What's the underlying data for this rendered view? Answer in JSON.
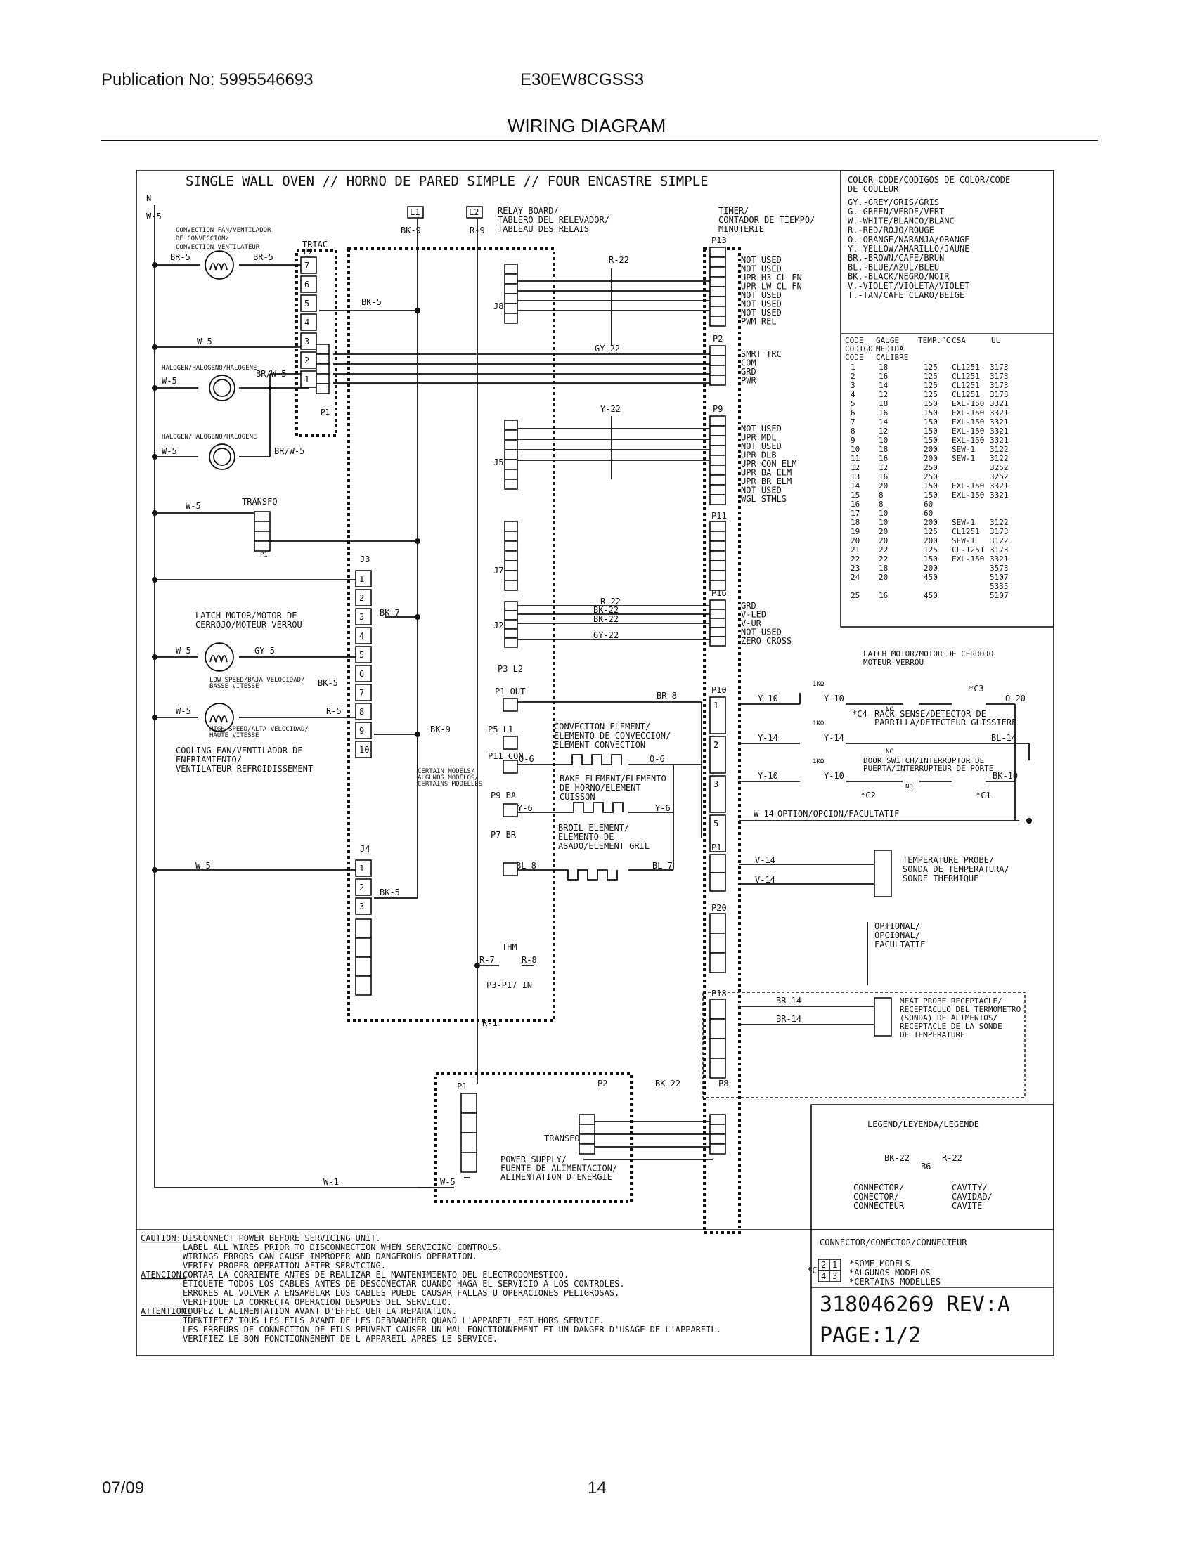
{
  "header": {
    "publication": "Publication No: 5995546693",
    "model": "E30EW8CGSS3",
    "title": "WIRING DIAGRAM"
  },
  "footer": {
    "date": "07/09",
    "page": "14"
  },
  "diagram": {
    "banner": "SINGLE WALL OVEN // HORNO DE PARED SIMPLE // FOUR ENCASTRE SIMPLE",
    "neutral": "N",
    "w5": "W-5",
    "conv_fan": [
      "CONVECTION FAN/VENTILADOR",
      "DE CONVECCION/",
      "CONVECTION VENTILATEUR"
    ],
    "triac": "TRIAC",
    "br5a": "BR-5",
    "br5b": "BR-5",
    "bk5": "BK-5",
    "p2": "P2",
    "p1": "P1",
    "triac_pins": [
      "7",
      "6",
      "5",
      "4",
      "3",
      "2",
      "1"
    ],
    "halogen1": "HALOGEN/HALOGENO/HALOGENE",
    "halogen2": "HALOGEN/HALOGENO/HALOGENE",
    "brw5a": "BR/W-5",
    "brw5b": "BR/W-5",
    "transfo": "TRANSFO",
    "l1": "L1",
    "l2": "L2",
    "bk9": "BK-9",
    "r9": "R-9",
    "relay_board": [
      "RELAY BOARD/",
      "TABLERO DEL RELEVADOR/",
      "TABLEAU  DES RELAIS"
    ],
    "timer": [
      "TIMER/",
      "CONTADOR DE TIEMPO/",
      "MINUTERIE"
    ],
    "r22": "R-22",
    "gy22": "GY-22",
    "y22": "Y-22",
    "j8": "J8",
    "j5": "J5",
    "j7": "J7",
    "j2": "J2",
    "j3": "J3",
    "j4": "J4",
    "p13": "P13",
    "p2b": "P2",
    "p9": "P9",
    "p11": "P11",
    "p16": "P16",
    "p13_labels": [
      "NOT USED",
      "NOT USED",
      "UPR H3 CL FN",
      "UPR LW CL FN",
      "NOT USED",
      "NOT USED",
      "NOT USED",
      "PWM REL"
    ],
    "p2_labels": [
      "SMRT TRC",
      "COM",
      "GRD",
      "PWR"
    ],
    "p9_labels": [
      "NOT USED",
      "UPR MDL",
      "NOT USED",
      "UPR DLB",
      "UPR CON ELM",
      "UPR BA ELM",
      "UPR BR ELM",
      "NOT USED",
      "WGL STMLS"
    ],
    "p16_labels": [
      "GRD",
      "V-LED",
      "V-UR",
      "NOT USED",
      "ZERO CROSS"
    ],
    "j2_wires": [
      "R-22",
      "BK-22",
      "BK-22",
      "GY-22"
    ],
    "j3_pins": [
      "1",
      "2",
      "3",
      "4",
      "5",
      "6",
      "7",
      "8",
      "9",
      "10"
    ],
    "j4_pins": [
      "1",
      "2",
      "3"
    ],
    "bk7": "BK-7",
    "gy5": "GY-5",
    "bk5b": "BK-5",
    "r5": "R-5",
    "bk9b": "BK-9",
    "bk5c": "BK-5",
    "latch_motor": [
      "LATCH MOTOR/MOTOR DE",
      "CERROJO/MOTEUR VERROU"
    ],
    "low_speed": [
      "LOW SPEED/BAJA VELOCIDAD/",
      "BASSE VITESSE"
    ],
    "high_speed": [
      "HIGH SPEED/ALTA VELOCIDAD/",
      "HAUTE VITESSE"
    ],
    "cooling_fan": [
      "COOLING FAN/VENTILADOR DE",
      "ENFRIAMIENTO/",
      "VENTILATEUR REFROIDISSEMENT"
    ],
    "certain_models": [
      "CERTAIN MODELS/",
      "ALGUNOS MODELOS/",
      "CERTAINS MODELLES"
    ],
    "p3l2": "P3 L2",
    "p1out": "P1 OUT",
    "p5l1": "P5 L1",
    "p11con": "P11 CON",
    "p9ba": "P9 BA",
    "p7br": "P7 BR",
    "br8": "BR-8",
    "o6a": "O-6",
    "o6b": "O-6",
    "y6a": "Y-6",
    "y6b": "Y-6",
    "bl8": "BL-8",
    "bl7": "BL-7",
    "conv_element": [
      "CONVECTION ELEMENT/",
      "ELEMENTO DE CONVECCION/",
      "ELEMENT CONVECTION"
    ],
    "bake_element": [
      "BAKE ELEMENT/ELEMENTO",
      "DE HORNO/ELEMENT",
      "CUISSON"
    ],
    "broil_element": [
      "BROIL ELEMENT/",
      "ELEMENTO DE",
      "ASADO/ELEMENT GRIL"
    ],
    "thm": "THM",
    "r7": "R-7",
    "r8": "R-8",
    "p3p17": "P3-P17 IN",
    "r1": "R-1",
    "p10": "P10",
    "p1b": "P1",
    "p20": "P20",
    "p18": "P18",
    "p10_pins": [
      "1",
      "2",
      "3",
      "5"
    ],
    "y10a": "Y-10",
    "y10b": "Y-10",
    "y14a": "Y-14",
    "y14b": "Y-14",
    "y10c": "Y-10",
    "y10d": "Y-10",
    "w14": "W-14",
    "one_k": "1KΩ",
    "latch_right": [
      "LATCH MOTOR/MOTOR DE CERROJO",
      "MOTEUR VERROU"
    ],
    "c3": "*C3",
    "o20": "O-20",
    "c4": "*C4",
    "rack_sense": [
      "RACK SENSE/DETECTOR DE",
      "PARRILLA/DETECTEUR GLISSIERE"
    ],
    "bl14": "BL-14",
    "door_switch": [
      "DOOR SWITCH/INTERRUPTOR DE",
      "PUERTA/INTERRUPTEUR DE PORTE"
    ],
    "bk10": "BK-10",
    "c2": "*C2",
    "c1": "*C1",
    "nc": "NC",
    "no": "NO",
    "c": "C",
    "option": "OPTION/OPCION/FACULTATIF",
    "v14a": "V-14",
    "v14b": "V-14",
    "temp_probe": [
      "TEMPERATURE PROBE/",
      "SONDA DE TEMPERATURA/",
      "SONDE THERMIQUE"
    ],
    "optional": [
      "OPTIONAL/",
      "OPCIONAL/",
      "FACULTATIF"
    ],
    "br14a": "BR-14",
    "br14b": "BR-14",
    "meat_probe": [
      "MEAT PROBE RECEPTACLE/",
      "RECEPTACULO DEL TERMOMETRO",
      "(SONDA) DE ALIMENTOS/",
      "RECEPTACLE DE LA SONDE",
      "DE TEMPERATURE"
    ],
    "w1": "W-1",
    "w5b": "W-5",
    "bk22": "BK-22",
    "p8": "P8",
    "p1c": "P1",
    "p2c": "P2",
    "power_supply": [
      "POWER SUPPLY/",
      "FUENTE DE ALIMENTACION/",
      "ALIMENTATION D'ENERGIE"
    ],
    "transfo2": "TRANSFO",
    "legend_title": "LEGEND/LEYENDA/LEGENDE",
    "legend_bk22": "BK-22",
    "legend_r22": "R-22",
    "legend_b6": "B6",
    "legend_connector": [
      "CONNECTOR/",
      "CONECTOR/",
      "CONNECTEUR"
    ],
    "legend_cavity": [
      "CAVITY/",
      "CAVIDAD/",
      "CAVITE"
    ],
    "connector_title": "CONNECTOR/CONECTOR/CONNECTEUR",
    "some_models": [
      "*SOME MODELS",
      "*ALGUNOS MODELOS",
      "*CERTAINS MODELLES"
    ],
    "conn_pins": [
      "2",
      "1",
      "4",
      "3"
    ],
    "conn_c": "*C",
    "doc_no": "318046269 REV:A",
    "page_no": "PAGE:1/2"
  },
  "color_code": {
    "title": [
      "COLOR CODE/CODIGOS DE COLOR/CODE",
      "DE COULEUR"
    ],
    "items": [
      "GY.-GREY/GRIS/GRIS",
      "G.-GREEN/VERDE/VERT",
      "W.-WHITE/BLANCO/BLANC",
      "R.-RED/ROJO/ROUGE",
      "O.-ORANGE/NARANJA/ORANGE",
      "Y.-YELLOW/AMARILLO/JAUNE",
      "BR.-BROWN/CAFE/BRUN",
      "BL.-BLUE/AZUL/BLEU",
      "BK.-BLACK/NEGRO/NOIR",
      "V.-VIOLET/VIOLETA/VIOLET",
      "T.-TAN/CAFE CLARO/BEIGE"
    ]
  },
  "gauge_table": {
    "headers": [
      "CODE",
      "GAUGE",
      "TEMP.°C",
      "CSA",
      "UL"
    ],
    "headers2": [
      "CODIGO",
      "MEDIDA"
    ],
    "headers3": [
      "CODE",
      "CALIBRE"
    ],
    "rows": [
      [
        "1",
        "18",
        "125",
        "CL1251",
        "3173"
      ],
      [
        "2",
        "16",
        "125",
        "CL1251",
        "3173"
      ],
      [
        "3",
        "14",
        "125",
        "CL1251",
        "3173"
      ],
      [
        "4",
        "12",
        "125",
        "CL1251",
        "3173"
      ],
      [
        "5",
        "18",
        "150",
        "EXL-150",
        "3321"
      ],
      [
        "6",
        "16",
        "150",
        "EXL-150",
        "3321"
      ],
      [
        "7",
        "14",
        "150",
        "EXL-150",
        "3321"
      ],
      [
        "8",
        "12",
        "150",
        "EXL-150",
        "3321"
      ],
      [
        "9",
        "10",
        "150",
        "EXL-150",
        "3321"
      ],
      [
        "10",
        "18",
        "200",
        "SEW-1",
        "3122"
      ],
      [
        "11",
        "16",
        "200",
        "SEW-1",
        "3122"
      ],
      [
        "12",
        "12",
        "250",
        "",
        "3252"
      ],
      [
        "13",
        "16",
        "250",
        "",
        "3252"
      ],
      [
        "14",
        "20",
        "150",
        "EXL-150",
        "3321"
      ],
      [
        "15",
        "8",
        "150",
        "EXL-150",
        "3321"
      ],
      [
        "16",
        "8",
        "60",
        "",
        ""
      ],
      [
        "17",
        "10",
        "60",
        "",
        ""
      ],
      [
        "18",
        "10",
        "200",
        "SEW-1",
        "3122"
      ],
      [
        "19",
        "20",
        "125",
        "CL1251",
        "3173"
      ],
      [
        "20",
        "20",
        "200",
        "SEW-1",
        "3122"
      ],
      [
        "21",
        "22",
        "125",
        "CL-1251",
        "3173"
      ],
      [
        "22",
        "22",
        "150",
        "EXL-150",
        "3321"
      ],
      [
        "23",
        "18",
        "200",
        "",
        "3573"
      ],
      [
        "24",
        "20",
        "450",
        "",
        "5107"
      ],
      [
        "",
        "",
        "",
        "",
        "5335"
      ],
      [
        "25",
        "16",
        "450",
        "",
        "5107"
      ]
    ]
  },
  "caution": {
    "en_head": "CAUTION:",
    "en": [
      "DISCONNECT POWER BEFORE SERVICING UNIT.",
      "LABEL ALL WIRES PRIOR TO DISCONNECTION WHEN SERVICING CONTROLS.",
      "WIRINGS ERRORS CAN CAUSE IMPROPER AND DANGEROUS OPERATION.",
      "VERIFY PROPER OPERATION AFTER SERVICING."
    ],
    "es_head": "ATENCION:",
    "es": [
      "CORTAR LA CORRIENTE ANTES DE REALIZAR EL MANTENIMIENTO DEL ELECTRODOMESTICO.",
      "ETIQUETE TODOS LOS CABLES ANTES DE DESCONECTAR CUANDO HAGA EL SERVICIO A LOS CONTROLES.",
      "ERRORES AL VOLVER A ENSAMBLAR LOS CABLES PUEDE CAUSAR FALLAS U OPERACIONES PELIGROSAS.",
      "VERIFIQUE LA CORRECTA OPERACION DESPUES DEL SERVICIO."
    ],
    "fr_head": "ATTENTION:",
    "fr": [
      "COUPEZ L'ALIMENTATION AVANT D'EFFECTUER LA REPARATION.",
      "IDENTIFIEZ TOUS LES FILS AVANT DE LES DEBRANCHER QUAND L'APPAREIL EST HORS SERVICE.",
      "LES ERREURS DE CONNECTION DE FILS PEUVENT CAUSER UN MAL FONCTIONNEMENT ET UN DANGER D'USAGE DE L'APPAREIL.",
      "VERIFIEZ LE BON FONCTIONNEMENT DE L'APPAREIL APRES LE SERVICE."
    ]
  }
}
